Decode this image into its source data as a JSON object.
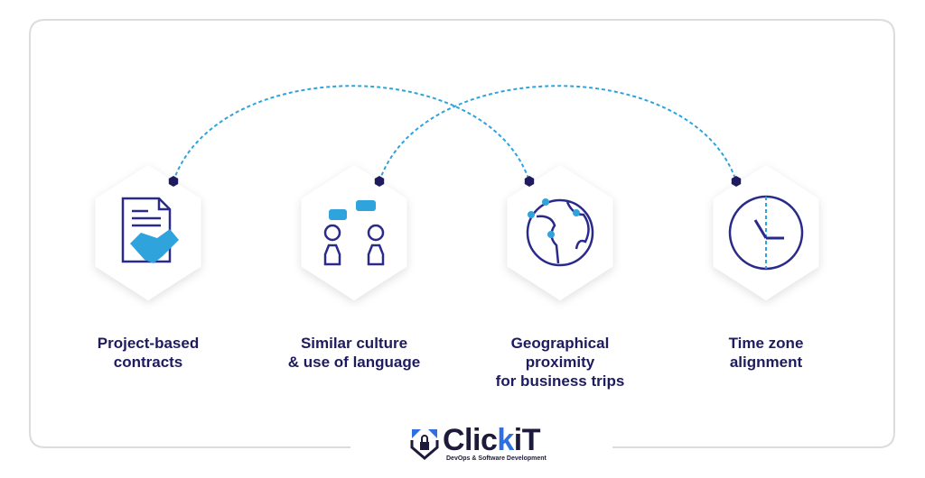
{
  "items": [
    {
      "label": "Project-based\ncontracts",
      "icon": "contract-handshake-icon"
    },
    {
      "label": "Similar culture\n& use of language",
      "icon": "people-chat-icon"
    },
    {
      "label": "Geographical\nproximity\nfor business trips",
      "icon": "globe-pins-icon"
    },
    {
      "label": "Time zone\nalignment",
      "icon": "clock-icon"
    }
  ],
  "logo": {
    "name_pre": "Clic",
    "name_k": "k",
    "name_post": "iT",
    "tagline": "DevOps & Software Development"
  },
  "colors": {
    "navy": "#1e1b5e",
    "accent": "#2ea3dc",
    "border": "#dcdcdc"
  }
}
